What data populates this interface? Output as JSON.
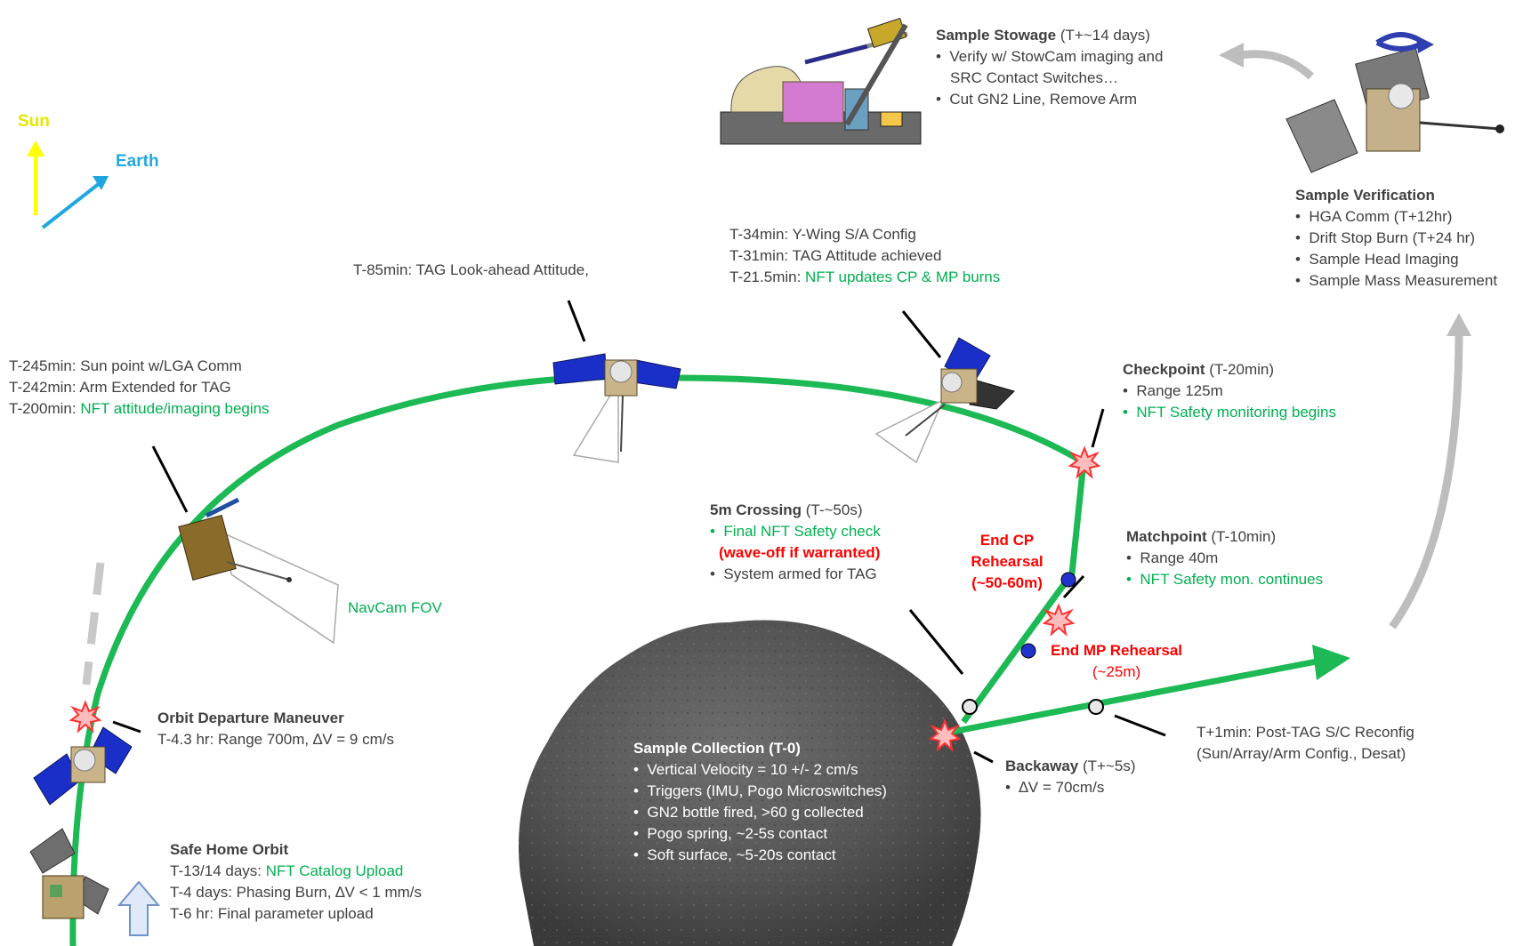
{
  "legend": {
    "sun": "Sun",
    "earth": "Earth"
  },
  "navcam": "NavCam FOV",
  "stowage": {
    "title": "Sample Stowage",
    "time": " (T+~14 days)",
    "items": [
      "Verify w/ StowCam imaging and",
      "SRC Contact Switches…",
      "Cut GN2 Line, Remove Arm"
    ]
  },
  "verification": {
    "title": "Sample Verification",
    "items": [
      "HGA Comm (T+12hr)",
      "Drift Stop Burn (T+24 hr)",
      "Sample Head Imaging",
      "Sample Mass Measurement"
    ]
  },
  "t34": {
    "line1": "T-34min: Y-Wing S/A Config",
    "line2": "T-31min: TAG Attitude achieved",
    "line3_prefix": "T-21.5min: ",
    "line3_green": "NFT updates CP & MP burns"
  },
  "t85": "T-85min: TAG Look-ahead Attitude,",
  "t245": {
    "line1": "T-245min: Sun point w/LGA Comm",
    "line2": "T-242min: Arm Extended for TAG",
    "line3_prefix": "T-200min: ",
    "line3_green": "NFT attitude/imaging begins"
  },
  "checkpoint": {
    "title": "Checkpoint",
    "time": " (T-20min)",
    "item1": "Range 125m",
    "item2_green": "NFT Safety monitoring begins"
  },
  "matchpoint": {
    "title": "Matchpoint",
    "time": " (T-10min)",
    "item1": "Range 40m",
    "item2_green": "NFT Safety mon. continues"
  },
  "crossing": {
    "title": "5m Crossing",
    "time": " (T-~50s)",
    "item1_green": "Final NFT Safety check",
    "item2_red": "(wave-off if warranted)",
    "item3": "System armed for TAG"
  },
  "endcp": {
    "line1": "End CP",
    "line2": "Rehearsal",
    "line3": "(~50-60m)"
  },
  "endmp": {
    "line1": "End MP Rehearsal",
    "line2": "(~25m)"
  },
  "odm": {
    "title": "Orbit Departure Maneuver",
    "line1": "T-4.3 hr: Range 700m, ∆V = 9 cm/s"
  },
  "collection": {
    "title": "Sample Collection (T-0)",
    "items": [
      "Vertical Velocity = 10 +/- 2 cm/s",
      "Triggers (IMU, Pogo Microswitches)",
      "GN2 bottle fired, >60 g collected",
      "Pogo spring, ~2-5s contact",
      "Soft surface, ~5-20s contact"
    ]
  },
  "backaway": {
    "title": "Backaway",
    "time": " (T+~5s)",
    "item1": "∆V = 70cm/s"
  },
  "posttag": {
    "line1": "T+1min: Post-TAG S/C Reconfig",
    "line2": "(Sun/Array/Arm Config., Desat)"
  },
  "safehome": {
    "title": "Safe Home Orbit",
    "line1_prefix": "T-13/14 days: ",
    "line1_green": "NFT Catalog Upload",
    "line2": "T-4 days: Phasing Burn, ∆V < 1 mm/s",
    "line3": "T-6 hr: Final parameter upload"
  },
  "colors": {
    "trajectory": "#1db954",
    "text": "#404040",
    "green": "#00b050",
    "red": "#ff0000",
    "sun": "#ffff00",
    "earth": "#21a7e0",
    "asteroid": "#5a5a5a"
  }
}
